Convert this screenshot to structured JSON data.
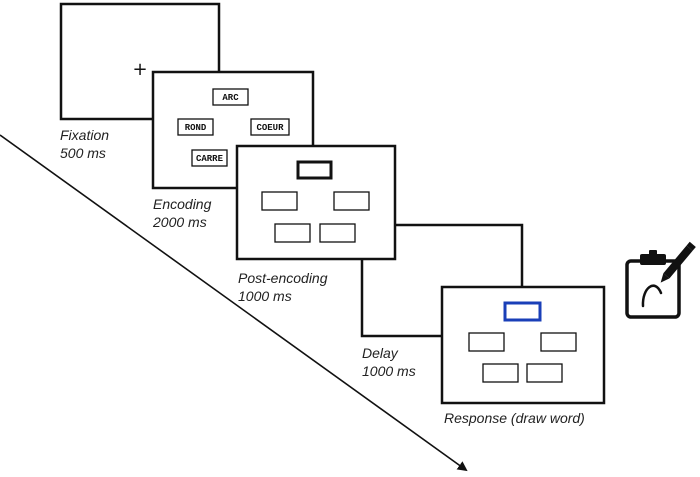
{
  "colors": {
    "stroke": "#111111",
    "cue": "#1a3fb8",
    "background": "#ffffff"
  },
  "fixation": {
    "symbol": "+",
    "label": "Fixation",
    "duration": "500 ms"
  },
  "encoding": {
    "label": "Encoding",
    "duration": "2000 ms",
    "words": {
      "top": "ARC",
      "left": "ROND",
      "right": "COEUR",
      "bottom": "CARRE"
    }
  },
  "post_encoding": {
    "label": "Post-encoding",
    "duration": "1000 ms"
  },
  "delay": {
    "label": "Delay",
    "duration": "1000 ms"
  },
  "response": {
    "label": "Response (draw word)"
  },
  "icons": {
    "response_tool": "clipboard-pencil-icon",
    "timeline": "time-arrow"
  }
}
